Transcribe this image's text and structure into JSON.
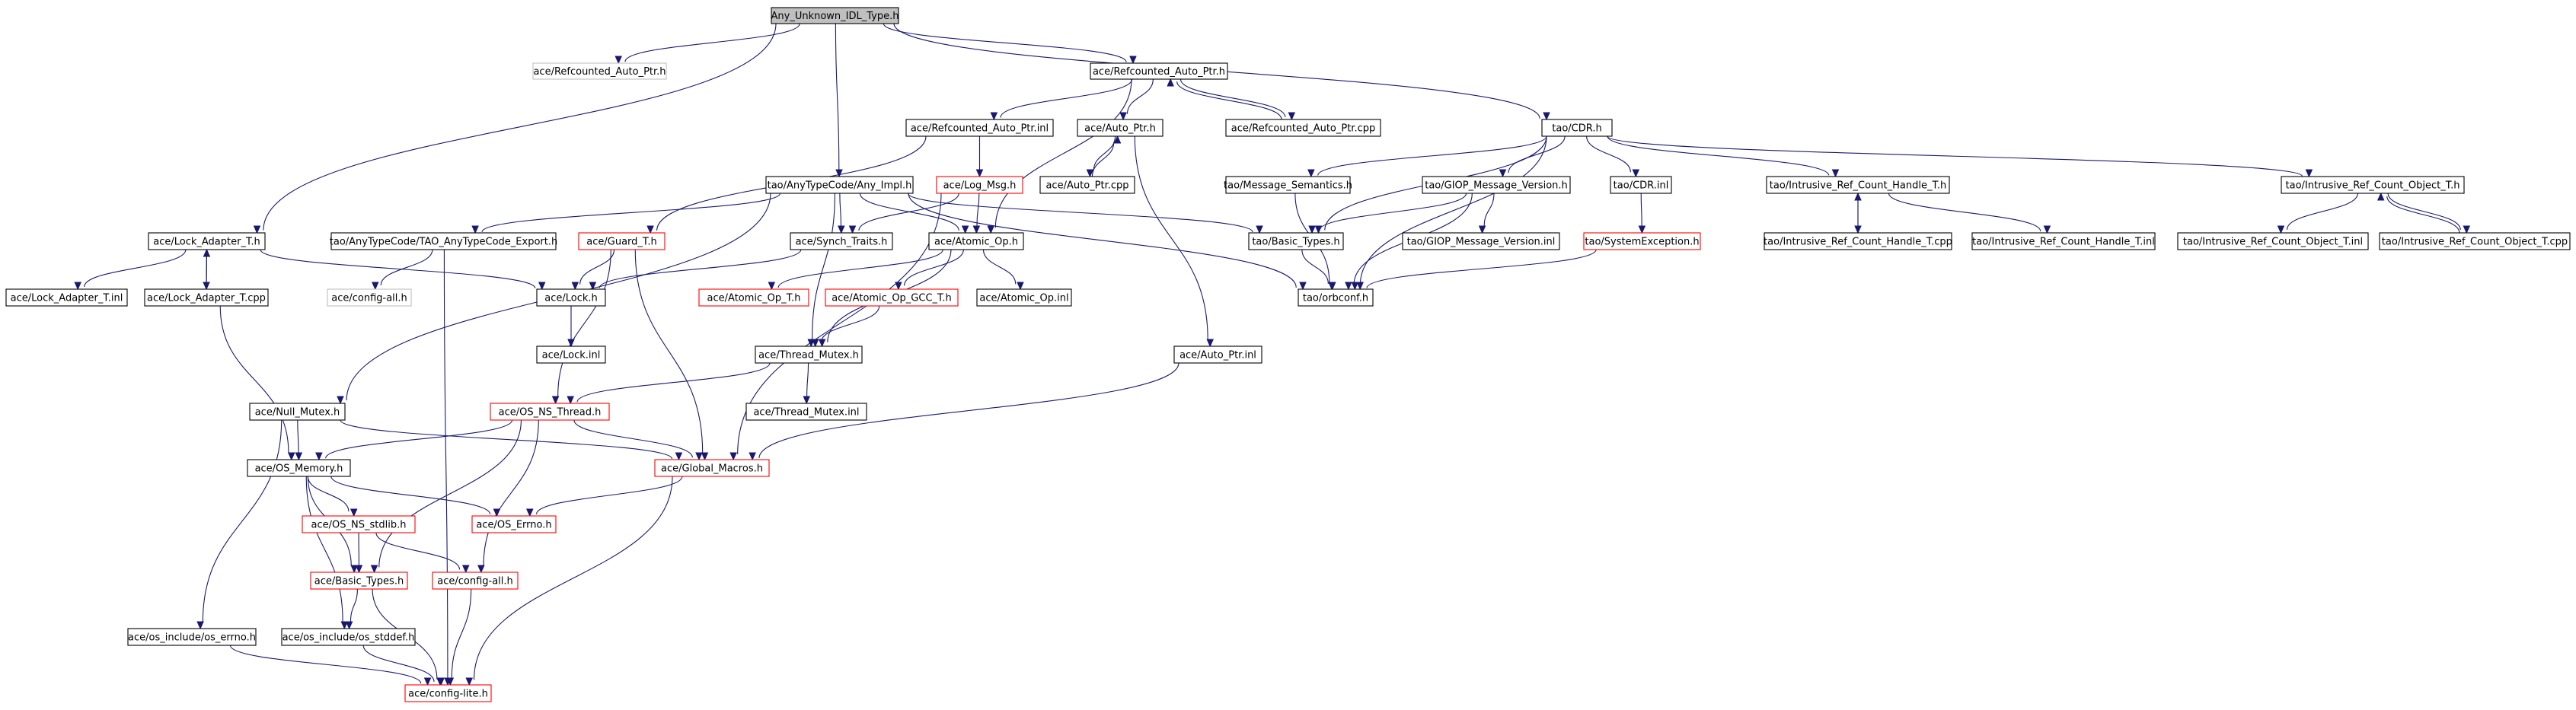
{
  "graph": {
    "colors": {
      "edge": "#191970",
      "border_default": "#000000",
      "border_missing": "#ff0000",
      "border_external": "#bfbfbf",
      "root_fill": "#bfbfbf",
      "fill": "#ffffff"
    },
    "nodes": [
      {
        "id": "root",
        "label": "Any_Unknown_IDL_Type.h",
        "style": "root"
      },
      {
        "id": "refptr_ext",
        "label": "ace/Refcounted_Auto_Ptr.h",
        "style": "external"
      },
      {
        "id": "refptr",
        "label": "ace/Refcounted_Auto_Ptr.h",
        "style": "normal"
      },
      {
        "id": "refptr_inl",
        "label": "ace/Refcounted_Auto_Ptr.inl",
        "style": "normal"
      },
      {
        "id": "autoptr",
        "label": "ace/Auto_Ptr.h",
        "style": "normal"
      },
      {
        "id": "refptr_cpp",
        "label": "ace/Refcounted_Auto_Ptr.cpp",
        "style": "normal"
      },
      {
        "id": "cdr",
        "label": "tao/CDR.h",
        "style": "normal"
      },
      {
        "id": "autoptr_cpp",
        "label": "ace/Auto_Ptr.cpp",
        "style": "normal"
      },
      {
        "id": "anyimpl",
        "label": "tao/AnyTypeCode/Any_Impl.h",
        "style": "normal"
      },
      {
        "id": "logmsg",
        "label": "ace/Log_Msg.h",
        "style": "missing"
      },
      {
        "id": "msgsem",
        "label": "tao/Message_Semantics.h",
        "style": "normal"
      },
      {
        "id": "giop",
        "label": "tao/GIOP_Message_Version.h",
        "style": "normal"
      },
      {
        "id": "cdrinl",
        "label": "tao/CDR.inl",
        "style": "normal"
      },
      {
        "id": "irch",
        "label": "tao/Intrusive_Ref_Count_Handle_T.h",
        "style": "normal"
      },
      {
        "id": "irco",
        "label": "tao/Intrusive_Ref_Count_Object_T.h",
        "style": "normal"
      },
      {
        "id": "lockadapter",
        "label": "ace/Lock_Adapter_T.h",
        "style": "normal"
      },
      {
        "id": "tcexport",
        "label": "tao/AnyTypeCode/TAO_AnyTypeCode_Export.h",
        "style": "normal"
      },
      {
        "id": "guard",
        "label": "ace/Guard_T.h",
        "style": "missing"
      },
      {
        "id": "synch",
        "label": "ace/Synch_Traits.h",
        "style": "normal"
      },
      {
        "id": "atomic",
        "label": "ace/Atomic_Op.h",
        "style": "normal"
      },
      {
        "id": "basictypes_tao",
        "label": "tao/Basic_Types.h",
        "style": "normal"
      },
      {
        "id": "giopinl",
        "label": "tao/GIOP_Message_Version.inl",
        "style": "normal"
      },
      {
        "id": "sysexc",
        "label": "tao/SystemException.h",
        "style": "missing"
      },
      {
        "id": "irchcpp",
        "label": "tao/Intrusive_Ref_Count_Handle_T.cpp",
        "style": "normal"
      },
      {
        "id": "irchinl",
        "label": "tao/Intrusive_Ref_Count_Handle_T.inl",
        "style": "normal"
      },
      {
        "id": "ircoinl",
        "label": "tao/Intrusive_Ref_Count_Object_T.inl",
        "style": "normal"
      },
      {
        "id": "ircocpp",
        "label": "tao/Intrusive_Ref_Count_Object_T.cpp",
        "style": "normal"
      },
      {
        "id": "lockadapter_inl",
        "label": "ace/Lock_Adapter_T.inl",
        "style": "normal"
      },
      {
        "id": "lockadapter_cpp",
        "label": "ace/Lock_Adapter_T.cpp",
        "style": "normal"
      },
      {
        "id": "configall_ext",
        "label": "ace/config-all.h",
        "style": "external"
      },
      {
        "id": "lock",
        "label": "ace/Lock.h",
        "style": "normal"
      },
      {
        "id": "atomicT",
        "label": "ace/Atomic_Op_T.h",
        "style": "missing"
      },
      {
        "id": "atomicGCC",
        "label": "ace/Atomic_Op_GCC_T.h",
        "style": "missing"
      },
      {
        "id": "atomicinl",
        "label": "ace/Atomic_Op.inl",
        "style": "normal"
      },
      {
        "id": "orbconf",
        "label": "tao/orbconf.h",
        "style": "normal"
      },
      {
        "id": "lockinl",
        "label": "ace/Lock.inl",
        "style": "normal"
      },
      {
        "id": "threadmutex",
        "label": "ace/Thread_Mutex.h",
        "style": "normal"
      },
      {
        "id": "autoptrinl",
        "label": "ace/Auto_Ptr.inl",
        "style": "normal"
      },
      {
        "id": "nullmutex",
        "label": "ace/Null_Mutex.h",
        "style": "normal"
      },
      {
        "id": "threadmutexinl",
        "label": "ace/Thread_Mutex.inl",
        "style": "normal"
      },
      {
        "id": "osnsthread",
        "label": "ace/OS_NS_Thread.h",
        "style": "missing"
      },
      {
        "id": "osmemory",
        "label": "ace/OS_Memory.h",
        "style": "normal"
      },
      {
        "id": "globalmacros",
        "label": "ace/Global_Macros.h",
        "style": "missing"
      },
      {
        "id": "osnsstdlib",
        "label": "ace/OS_NS_stdlib.h",
        "style": "missing"
      },
      {
        "id": "oserrno",
        "label": "ace/OS_Errno.h",
        "style": "missing"
      },
      {
        "id": "basictypes_ace",
        "label": "ace/Basic_Types.h",
        "style": "missing"
      },
      {
        "id": "configall",
        "label": "ace/config-all.h",
        "style": "missing"
      },
      {
        "id": "oserrnoinc",
        "label": "ace/os_include/os_errno.h",
        "style": "normal"
      },
      {
        "id": "osstddef",
        "label": "ace/os_include/os_stddef.h",
        "style": "normal"
      },
      {
        "id": "configlite",
        "label": "ace/config-lite.h",
        "style": "missing"
      }
    ],
    "edges": [
      [
        "root",
        "refptr_ext"
      ],
      [
        "root",
        "refptr"
      ],
      [
        "root",
        "cdr"
      ],
      [
        "root",
        "anyimpl"
      ],
      [
        "root",
        "lockadapter"
      ],
      [
        "refptr",
        "refptr_inl"
      ],
      [
        "refptr",
        "autoptr"
      ],
      [
        "refptr",
        "refptr_cpp"
      ],
      [
        "refptr",
        "atomic"
      ],
      [
        "refptr_cpp",
        "refptr"
      ],
      [
        "refptr_inl",
        "logmsg"
      ],
      [
        "refptr_inl",
        "guard"
      ],
      [
        "autoptr",
        "autoptr_cpp"
      ],
      [
        "autoptr",
        "autoptrinl"
      ],
      [
        "autoptr_cpp",
        "autoptr"
      ],
      [
        "cdr",
        "msgsem"
      ],
      [
        "cdr",
        "giop"
      ],
      [
        "cdr",
        "cdrinl"
      ],
      [
        "cdr",
        "irch"
      ],
      [
        "cdr",
        "irco"
      ],
      [
        "cdr",
        "basictypes_tao"
      ],
      [
        "cdr",
        "orbconf"
      ],
      [
        "anyimpl",
        "tcexport"
      ],
      [
        "anyimpl",
        "synch"
      ],
      [
        "anyimpl",
        "atomic"
      ],
      [
        "anyimpl",
        "basictypes_tao"
      ],
      [
        "anyimpl",
        "orbconf"
      ],
      [
        "anyimpl",
        "nullmutex"
      ],
      [
        "anyimpl",
        "threadmutex"
      ],
      [
        "logmsg",
        "synch"
      ],
      [
        "logmsg",
        "atomic"
      ],
      [
        "logmsg",
        "globalmacros"
      ],
      [
        "msgsem",
        "orbconf"
      ],
      [
        "giop",
        "giopinl"
      ],
      [
        "giop",
        "basictypes_tao"
      ],
      [
        "giop",
        "orbconf"
      ],
      [
        "cdrinl",
        "sysexc"
      ],
      [
        "sysexc",
        "orbconf"
      ],
      [
        "irch",
        "irchcpp"
      ],
      [
        "irch",
        "irchinl"
      ],
      [
        "irchcpp",
        "irch"
      ],
      [
        "irco",
        "ircoinl"
      ],
      [
        "irco",
        "ircocpp"
      ],
      [
        "ircocpp",
        "irco"
      ],
      [
        "lockadapter",
        "lockadapter_inl"
      ],
      [
        "lockadapter",
        "lockadapter_cpp"
      ],
      [
        "lockadapter",
        "lock"
      ],
      [
        "lockadapter_cpp",
        "lockadapter"
      ],
      [
        "lockadapter_cpp",
        "osmemory"
      ],
      [
        "tcexport",
        "configall_ext"
      ],
      [
        "tcexport",
        "configlite"
      ],
      [
        "guard",
        "lock"
      ],
      [
        "guard",
        "osnsthread"
      ],
      [
        "guard",
        "globalmacros"
      ],
      [
        "synch",
        "lock"
      ],
      [
        "atomic",
        "atomicT"
      ],
      [
        "atomic",
        "atomicGCC"
      ],
      [
        "atomic",
        "atomicinl"
      ],
      [
        "atomic",
        "threadmutex"
      ],
      [
        "atomicGCC",
        "threadmutex"
      ],
      [
        "basictypes_tao",
        "orbconf"
      ],
      [
        "lock",
        "lockinl"
      ],
      [
        "threadmutex",
        "threadmutexinl"
      ],
      [
        "threadmutex",
        "osnsthread"
      ],
      [
        "autoptrinl",
        "globalmacros"
      ],
      [
        "nullmutex",
        "osmemory"
      ],
      [
        "nullmutex",
        "globalmacros"
      ],
      [
        "nullmutex",
        "oserrnoinc"
      ],
      [
        "osnsthread",
        "osmemory"
      ],
      [
        "osnsthread",
        "globalmacros"
      ],
      [
        "osnsthread",
        "basictypes_ace"
      ],
      [
        "osnsthread",
        "configall"
      ],
      [
        "osmemory",
        "osnsstdlib"
      ],
      [
        "osmemory",
        "oserrno"
      ],
      [
        "osmemory",
        "basictypes_ace"
      ],
      [
        "osmemory",
        "osstddef"
      ],
      [
        "globalmacros",
        "oserrno"
      ],
      [
        "globalmacros",
        "configlite"
      ],
      [
        "osnsstdlib",
        "basictypes_ace"
      ],
      [
        "osnsstdlib",
        "configall"
      ],
      [
        "basictypes_ace",
        "osstddef"
      ],
      [
        "basictypes_ace",
        "configlite"
      ],
      [
        "configall",
        "configlite"
      ],
      [
        "osstddef",
        "configlite"
      ],
      [
        "oserrnoinc",
        "configlite"
      ]
    ]
  }
}
